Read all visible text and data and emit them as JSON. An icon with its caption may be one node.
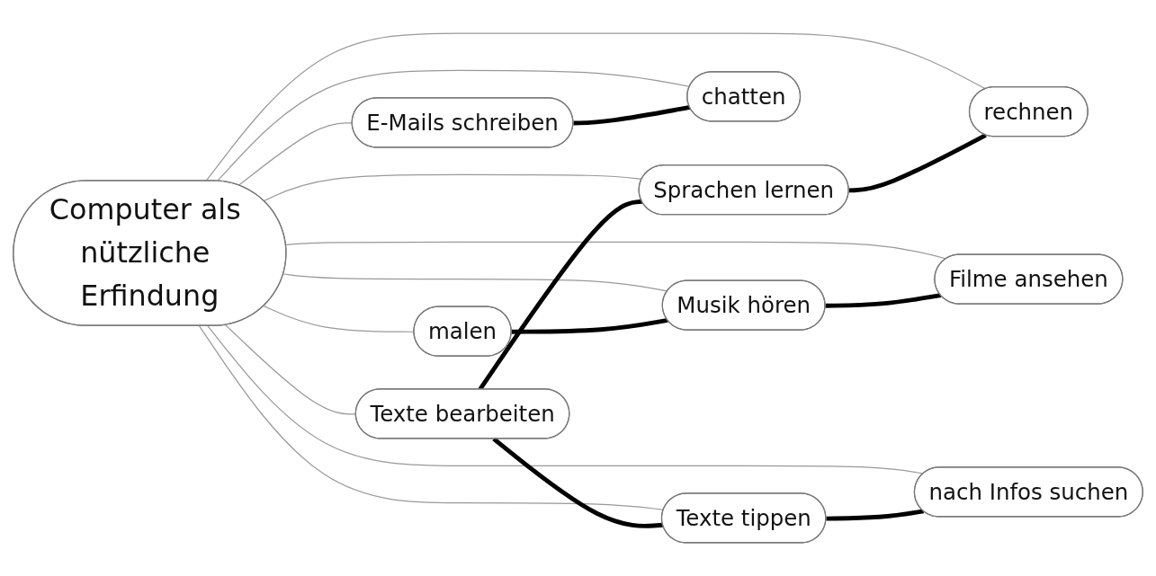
{
  "diagram": {
    "nodes": [
      {
        "text": [
          "Computer als nützliche Erfindung"
        ]
      },
      {
        "text": [
          "Sprachen lernen"
        ]
      },
      {
        "text": [
          "rechnen"
        ]
      },
      {
        "text": [
          "E-Mails schreiben"
        ]
      },
      {
        "text": [
          "chatten"
        ]
      },
      {
        "text": [
          "malen"
        ]
      },
      {
        "text": [
          "Musik hören"
        ]
      },
      {
        "text": [
          "Filme ansehen"
        ]
      },
      {
        "text": [
          "nach Infos suchen"
        ]
      },
      {
        "text": [
          "Texte tippen"
        ]
      },
      {
        "text": [
          "Texte bearbeiten"
        ]
      }
    ],
    "edges": [
      {
        "from": 0,
        "to": 1,
        "arrow": "none"
      },
      {
        "from": 0,
        "to": 2,
        "arrow": "none"
      },
      {
        "from": 0,
        "to": 3,
        "arrow": "none"
      },
      {
        "from": 0,
        "to": 4,
        "arrow": "none"
      },
      {
        "from": 0,
        "to": 5,
        "arrow": "none"
      },
      {
        "from": 0,
        "to": 6,
        "arrow": "none"
      },
      {
        "from": 0,
        "to": 7,
        "arrow": "none"
      },
      {
        "from": 0,
        "to": 8,
        "arrow": "none"
      },
      {
        "from": 0,
        "to": 9,
        "arrow": "none"
      },
      {
        "from": 0,
        "to": 10,
        "arrow": "none"
      },
      {
        "from": 1,
        "to": 2,
        "arrow": "none",
        "style": "thick",
        "color": "#000000"
      },
      {
        "from": 10,
        "to": 1,
        "arrow": "none",
        "style": "thick",
        "color": "#000000"
      },
      {
        "from": 10,
        "to": 9,
        "arrow": "none",
        "style": "thick",
        "color": "#000000"
      },
      {
        "from": 9,
        "to": 8,
        "arrow": "none",
        "style": "thick",
        "color": "#000000"
      },
      {
        "from": 3,
        "to": 4,
        "arrow": "none",
        "style": "thick",
        "color": "#000000"
      },
      {
        "from": 5,
        "to": 6,
        "arrow": "none",
        "style": "thick",
        "color": "#000000"
      },
      {
        "from": 6,
        "to": 7,
        "arrow": "none",
        "style": "thick",
        "color": "#000000"
      }
    ]
  }
}
